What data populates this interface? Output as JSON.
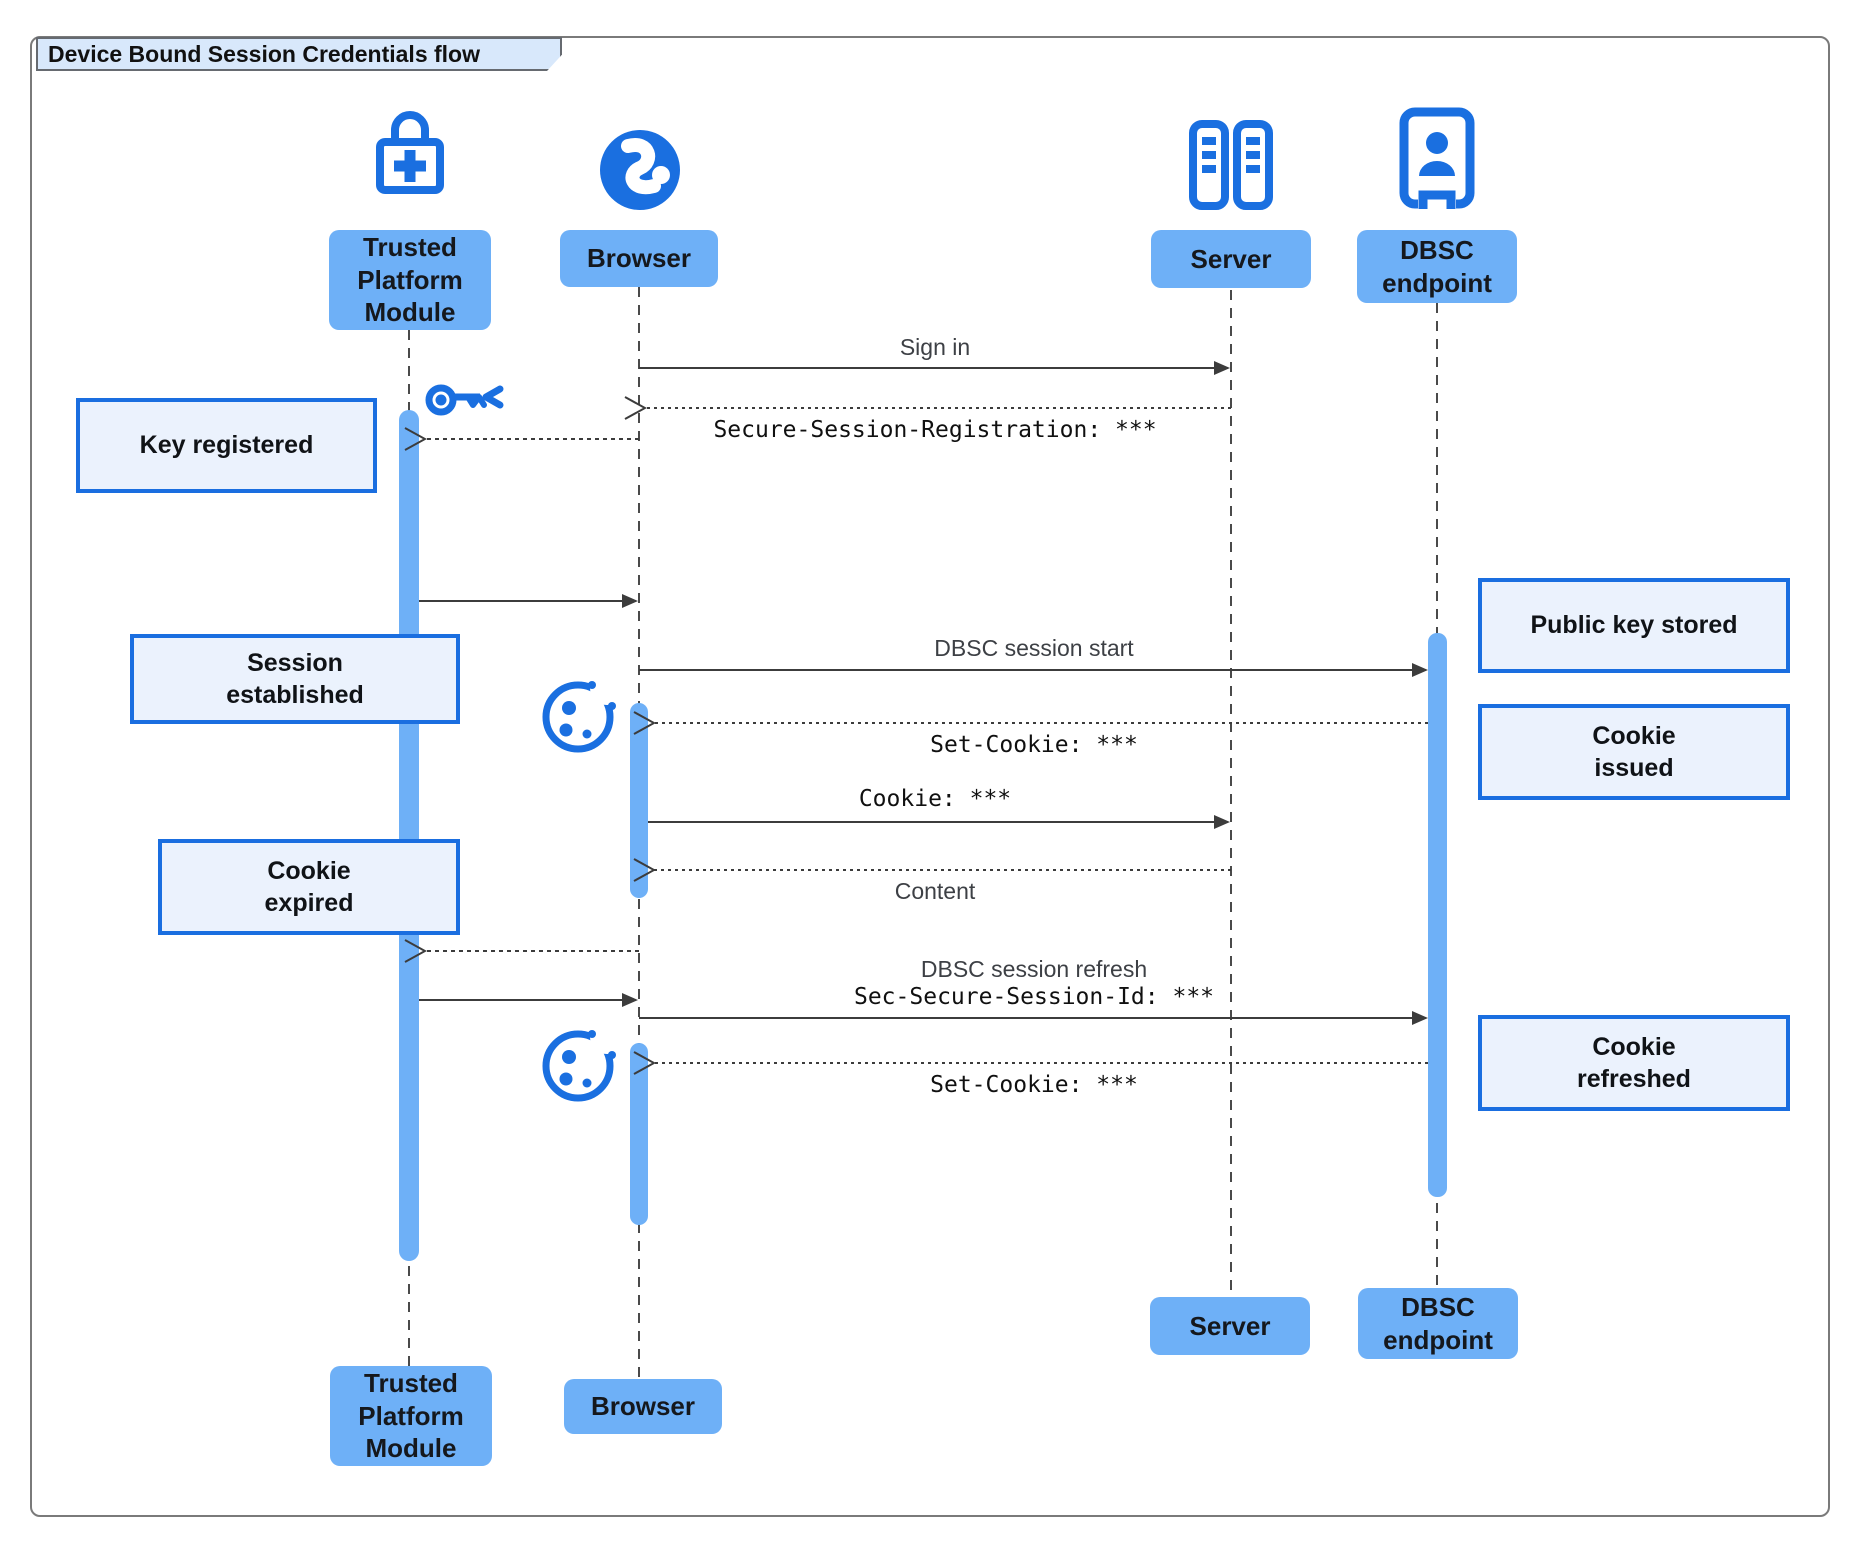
{
  "title": "Device Bound Session Credentials flow",
  "actors": [
    {
      "label": "Trusted\nPlatform\nModule",
      "icon": "lock-plus-icon"
    },
    {
      "label": "Browser",
      "icon": "globe-icon"
    },
    {
      "label": "Server",
      "icon": "server-rack-icon"
    },
    {
      "label": "DBSC\nendpoint",
      "icon": "person-badge-icon"
    }
  ],
  "messages": {
    "sign_in": "Sign in",
    "secure_session_registration": "Secure-Session-Registration: ***",
    "dbsc_session_start": "DBSC session start",
    "set_cookie_first": "Set-Cookie: ***",
    "cookie": "Cookie: ***",
    "content": "Content",
    "dbsc_session_refresh": "DBSC session refresh",
    "sec_secure_session_id": "Sec-Secure-Session-Id: ***",
    "set_cookie_second": "Set-Cookie: ***"
  },
  "notes": {
    "key_registered": "Key registered",
    "session_established": "Session\nestablished",
    "public_key_stored": "Public key stored",
    "cookie_issued": "Cookie\nissued",
    "cookie_expired": "Cookie\nexpired",
    "cookie_refreshed": "Cookie\nrefreshed"
  },
  "colors": {
    "actor_fill": "#6eb0f7",
    "icon_blue": "#1a6fe0",
    "note_fill": "#ebf2fd",
    "note_border": "#1a6ee0",
    "activation_fill": "#6eb0f7",
    "line": "#3c3c3c",
    "title_fill": "#d8e8fb"
  }
}
